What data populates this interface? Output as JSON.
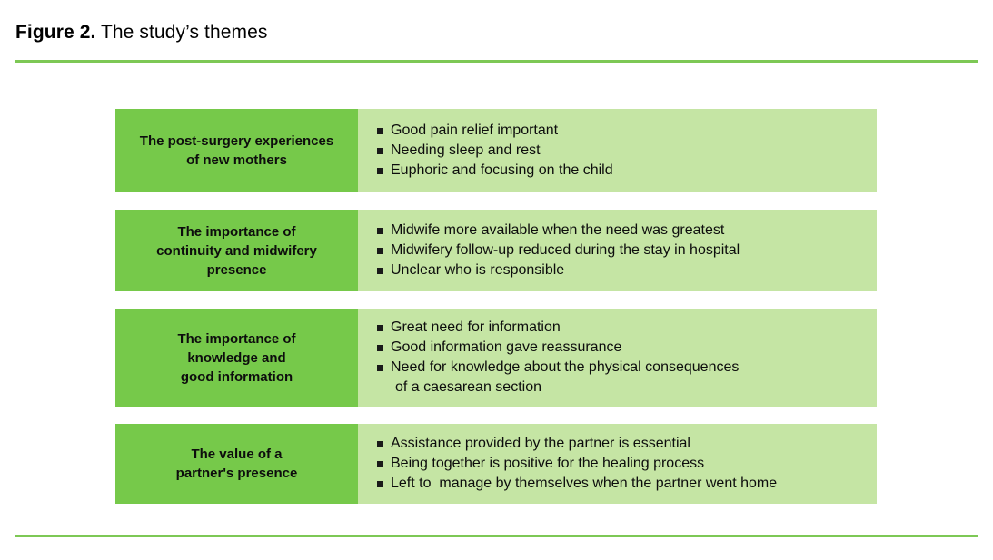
{
  "figure": {
    "label": "Figure 2.",
    "caption": " The study’s themes"
  },
  "colors": {
    "theme_name_green": "#76C94A",
    "points_green": "#C5E5A4",
    "rule_green": "#7DC855",
    "text": "#0d0d0d"
  },
  "rows": [
    {
      "name": "The post-surgery experiences\nof new mothers",
      "points": [
        {
          "text": "Good pain relief important",
          "cont": ""
        },
        {
          "text": "Needing sleep and rest",
          "cont": ""
        },
        {
          "text": "Euphoric and focusing on the child",
          "cont": ""
        }
      ]
    },
    {
      "name": "The importance of\ncontinuity and midwifery\npresence",
      "points": [
        {
          "text": "Midwife more available when the need was greatest",
          "cont": ""
        },
        {
          "text": "Midwifery follow-up reduced during the stay in hospital",
          "cont": ""
        },
        {
          "text": "Unclear who is responsible",
          "cont": ""
        }
      ]
    },
    {
      "name": "The importance of\nknowledge and\ngood information",
      "points": [
        {
          "text": "Great need for information",
          "cont": ""
        },
        {
          "text": "Good information gave reassurance",
          "cont": ""
        },
        {
          "text": "Need for knowledge about the physical consequences",
          "cont": "of a caesarean section"
        }
      ]
    },
    {
      "name": "The value of a\npartner's presence",
      "points": [
        {
          "text": "Assistance provided by the partner is essential",
          "cont": ""
        },
        {
          "text": "Being together is positive for the healing process",
          "cont": ""
        },
        {
          "text": "Left to  manage by themselves when the partner went home",
          "cont": ""
        }
      ]
    }
  ]
}
